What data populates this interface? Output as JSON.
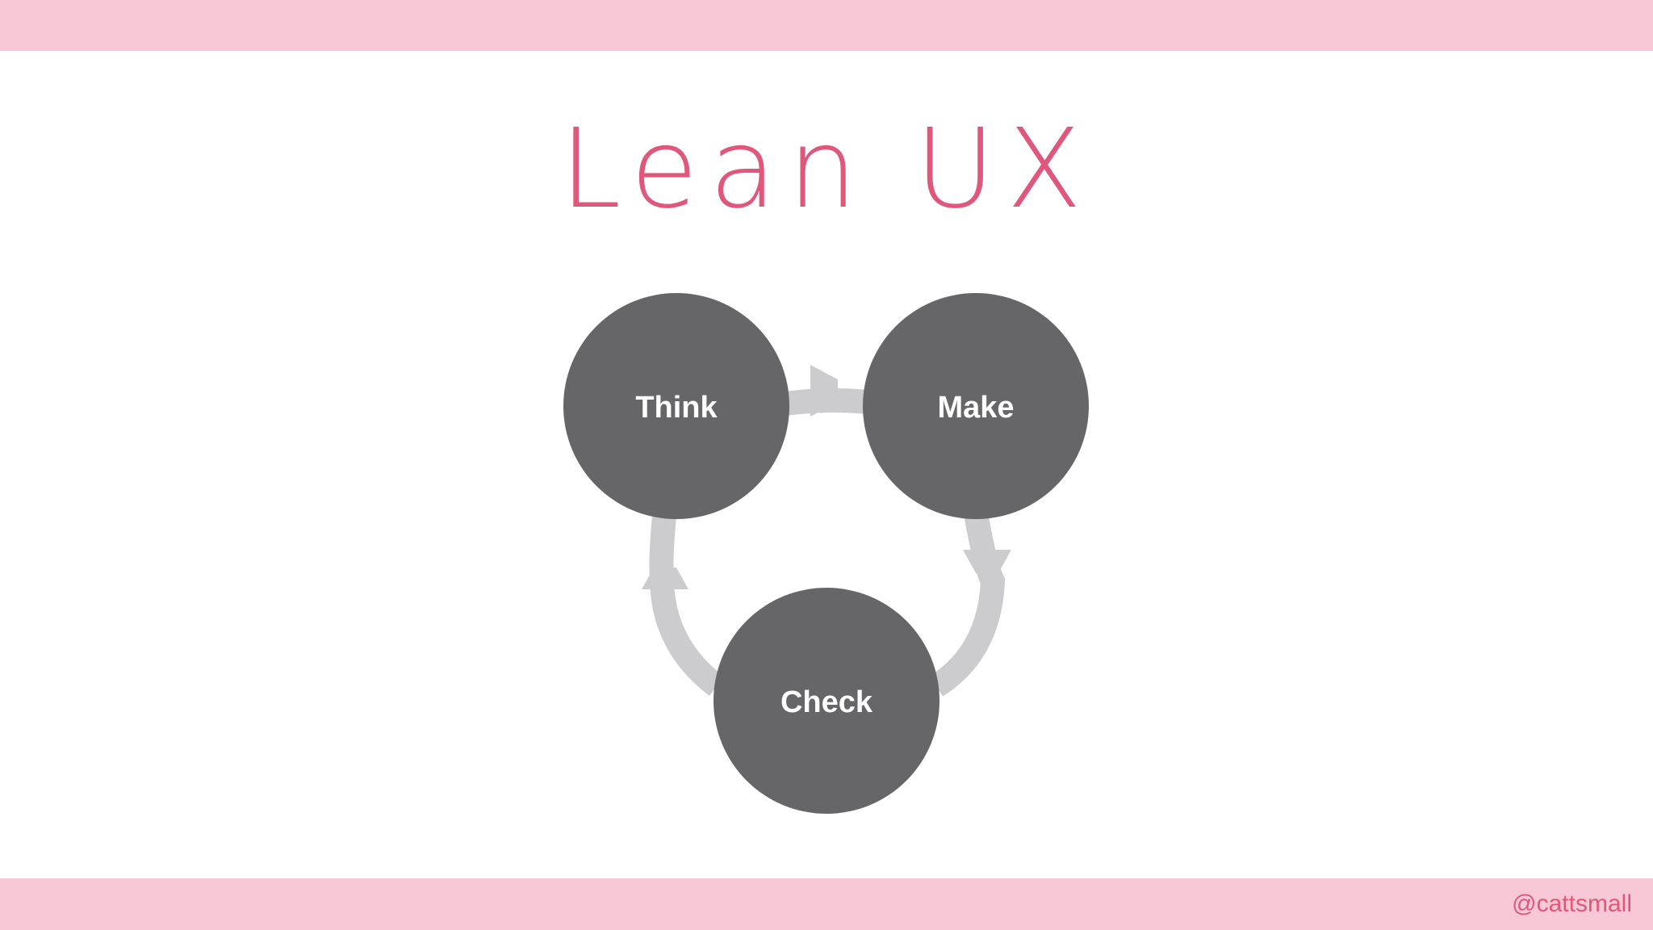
{
  "title": "Lean UX",
  "cycle": {
    "nodes": [
      {
        "id": "think",
        "label": "Think"
      },
      {
        "id": "make",
        "label": "Make"
      },
      {
        "id": "check",
        "label": "Check"
      }
    ],
    "flow": [
      "Think",
      "Make",
      "Check",
      "Think"
    ]
  },
  "footer": {
    "handle": "@cattsmall"
  },
  "colors": {
    "band": "#f8c8d6",
    "title": "#e0577c",
    "node_fill": "#666567",
    "node_text": "#ffffff",
    "arrow": "#cccbcd",
    "handle": "#e0577c"
  }
}
